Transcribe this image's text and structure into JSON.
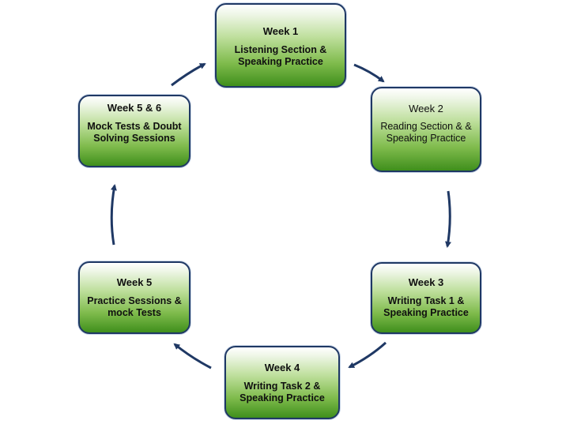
{
  "colors": {
    "arrow": "#1f3864",
    "box_border": "#1f3864",
    "box_top": "#eef6e6",
    "box_bottom": "#3f8f1c"
  },
  "nodes": [
    {
      "title": "Week 1",
      "desc": "Listening Section & Speaking Practice"
    },
    {
      "title": "Week 2",
      "desc": "Reading Section & & Speaking Practice"
    },
    {
      "title": "Week 3",
      "desc": "Writing Task 1 & Speaking Practice"
    },
    {
      "title": "Week 4",
      "desc": "Writing Task 2 & Speaking Practice"
    },
    {
      "title": "Week 5",
      "desc": "Practice Sessions & mock Tests"
    },
    {
      "title": "Week 5 & 6",
      "desc": "Mock Tests & Doubt Solving Sessions"
    }
  ]
}
